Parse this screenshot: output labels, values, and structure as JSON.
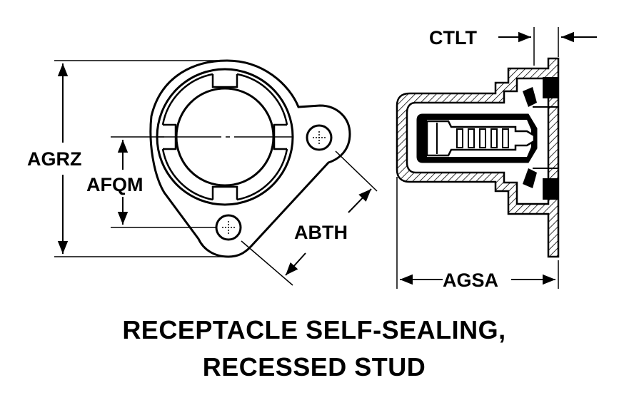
{
  "labels": {
    "agrz": "AGRZ",
    "afqm": "AFQM",
    "abth": "ABTH",
    "ctlt": "CTLT",
    "agsa": "AGSA"
  },
  "caption": {
    "line1": "RECEPTACLE SELF-SEALING,",
    "line2": "RECESSED STUD"
  }
}
